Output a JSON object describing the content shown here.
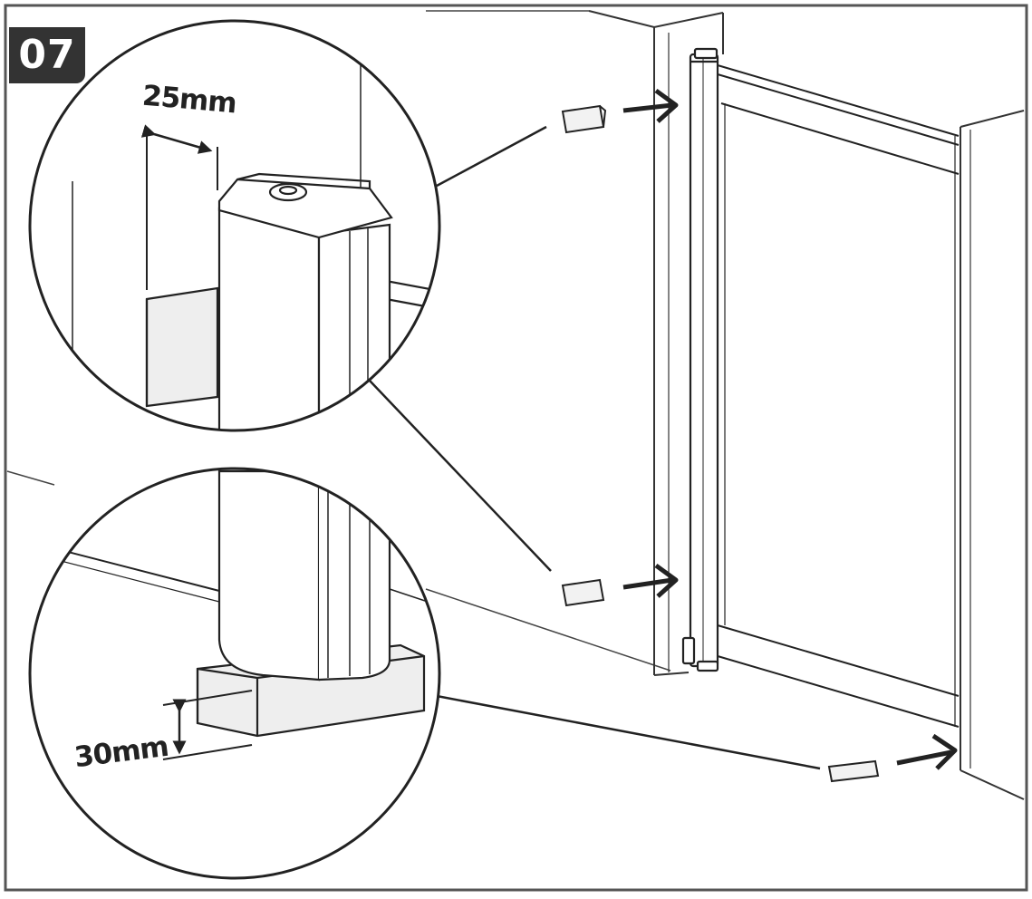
{
  "step_number": "07",
  "top_detail": {
    "dimension_label": "25mm"
  },
  "bottom_detail": {
    "dimension_label": "30mm"
  },
  "colors": {
    "line": "#222222",
    "badge": "#333333",
    "light_fill": "#f2f2f2",
    "block_fill": "#eeeeee"
  }
}
